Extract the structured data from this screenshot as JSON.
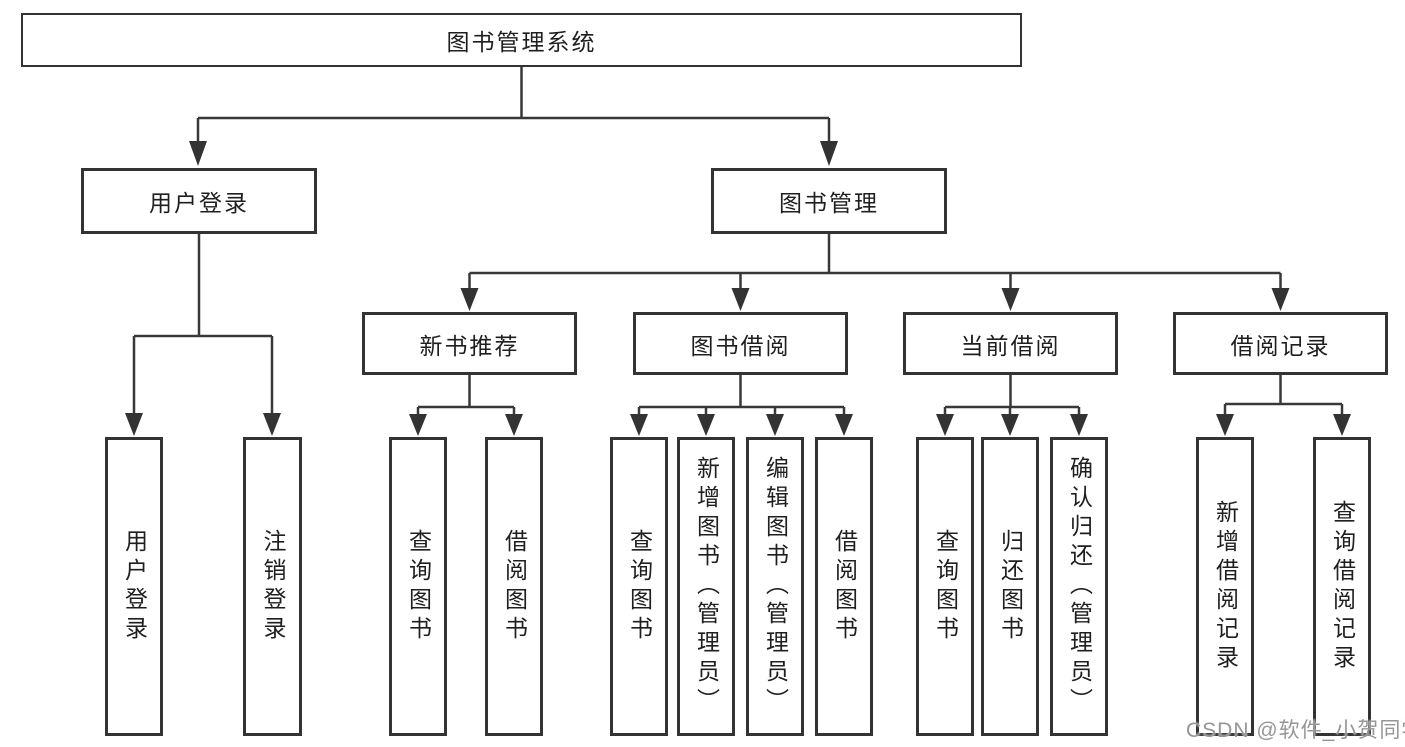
{
  "colors": {
    "background": "#ffffff",
    "line": "#383838",
    "box_border": "#333333",
    "text": "#1f1f1f",
    "watermark_text": "#969696"
  },
  "tree": {
    "label": "图书管理系统",
    "children": [
      {
        "label": "用户登录",
        "children": [
          {
            "label": "用户登录"
          },
          {
            "label": "注销登录"
          }
        ]
      },
      {
        "label": "图书管理",
        "children": [
          {
            "label": "新书推荐",
            "children": [
              {
                "label": "查询图书"
              },
              {
                "label": "借阅图书"
              }
            ]
          },
          {
            "label": "图书借阅",
            "children": [
              {
                "label": "查询图书"
              },
              {
                "label": "新增图书（管理员）"
              },
              {
                "label": "编辑图书（管理员）"
              },
              {
                "label": "借阅图书"
              }
            ]
          },
          {
            "label": "当前借阅",
            "children": [
              {
                "label": "查询图书"
              },
              {
                "label": "归还图书"
              },
              {
                "label": "确认归还（管理员）"
              }
            ]
          },
          {
            "label": "借阅记录",
            "children": [
              {
                "label": "新增借阅记录"
              },
              {
                "label": "查询借阅记录"
              }
            ]
          }
        ]
      }
    ]
  },
  "watermark": {
    "text": "CSDN @软件_小贺同学"
  }
}
